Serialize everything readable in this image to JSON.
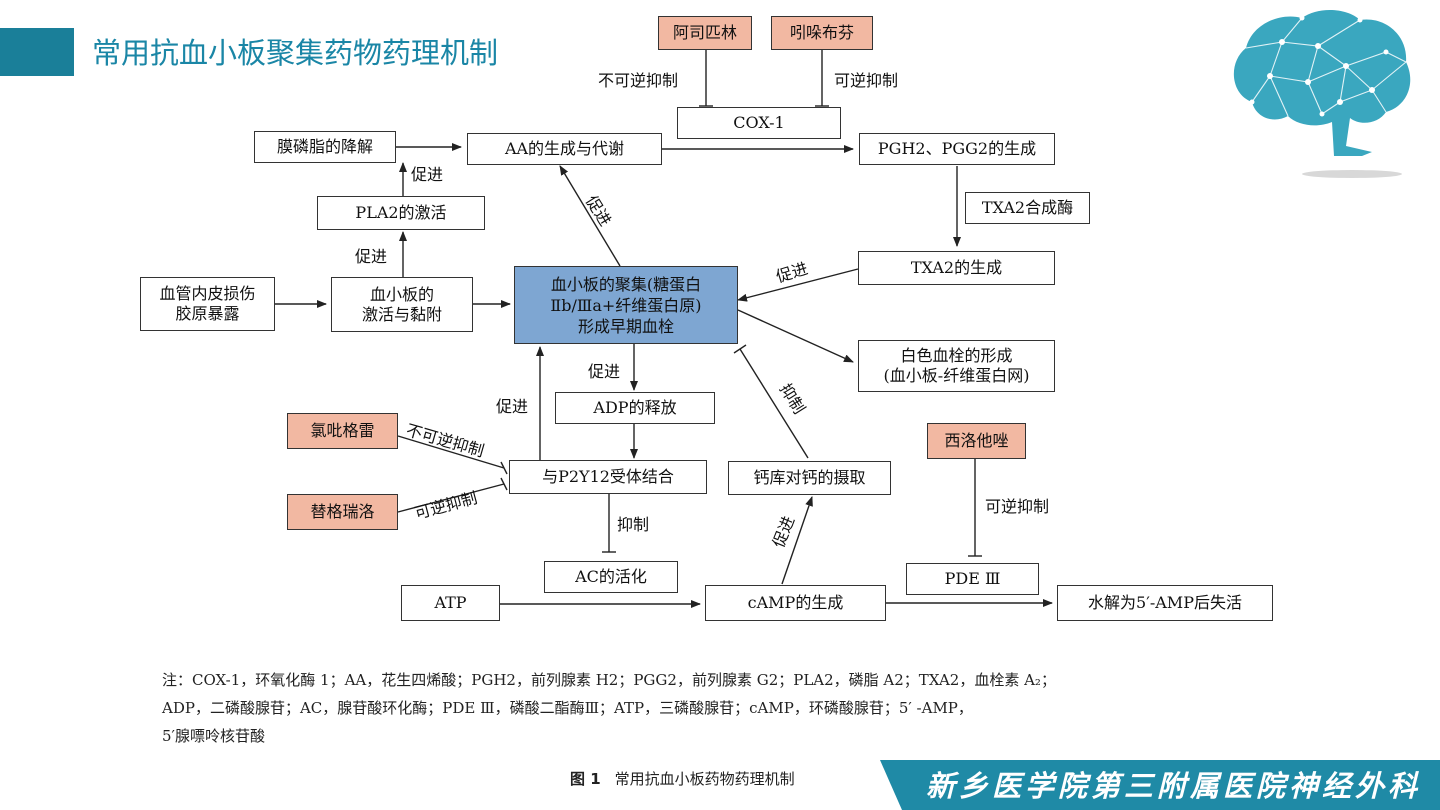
{
  "slide": {
    "title": "常用抗血小板聚集药物药理机制",
    "footer": "新乡医学院第三附属医院神经外科",
    "accent_color": "#1a7f99"
  },
  "diagram": {
    "nodes": {
      "aspirin": "阿司匹林",
      "indobufen": "吲哚布芬",
      "cox1": "COX-1",
      "membrane": "膜磷脂的降解",
      "aa": "AA的生成与代谢",
      "pgh2": "PGH2、PGG2的生成",
      "pla2": "PLA2的激活",
      "txa2_synthase": "TXA2合成酶",
      "txa2": "TXA2的生成",
      "endothelium_line1": "血管内皮损伤",
      "endothelium_line2": "胶原暴露",
      "activation_line1": "血小板的",
      "activation_line2": "激活与黏附",
      "aggregation_line1": "血小板的聚集(糖蛋白",
      "aggregation_line2": "Ⅱb/Ⅲa+纤维蛋白原)",
      "aggregation_line3": "形成早期血栓",
      "white_line1": "白色血栓的形成",
      "white_line2": "(血小板-纤维蛋白网)",
      "adp": "ADP的释放",
      "clopidogrel": "氯吡格雷",
      "ticagrelor": "替格瑞洛",
      "p2y12": "与P2Y12受体结合",
      "calcium": "钙库对钙的摄取",
      "cilostazol": "西洛他唑",
      "ac": "AC的活化",
      "pde3": "PDE Ⅲ",
      "atp": "ATP",
      "camp": "cAMP的生成",
      "hydrolysis": "水解为5′-AMP后失活"
    },
    "edge_labels": {
      "irreversible_1": "不可逆抑制",
      "reversible_1": "可逆抑制",
      "promote_1": "促进",
      "promote_2": "促进",
      "promote_3": "促进",
      "promote_4": "促进",
      "promote_5": "促进",
      "promote_6": "促进",
      "promote_7": "促进",
      "inhibit_1": "抑制",
      "inhibit_2": "抑制",
      "irreversible_2": "不可逆抑制",
      "reversible_2": "可逆抑制",
      "reversible_3": "可逆抑制"
    },
    "colors": {
      "drug_fill": "#f2b8a2",
      "center_fill": "#7ea6d2"
    }
  },
  "note": {
    "line1": "注：COX-1，环氧化酶 1；AA，花生四烯酸；PGH2，前列腺素 H2；PGG2，前列腺素 G2；PLA2，磷脂 A2；TXA2，血栓素 A₂；",
    "line2": "ADP，二磷酸腺苷；AC，腺苷酸环化酶；PDE Ⅲ，磷酸二酯酶Ⅲ；ATP，三磷酸腺苷；cAMP，环磷酸腺苷；5′ -AMP，",
    "line3": "5′腺嘌呤核苷酸"
  },
  "figure": {
    "number": "图 1",
    "caption": "常用抗血小板药物药理机制"
  }
}
